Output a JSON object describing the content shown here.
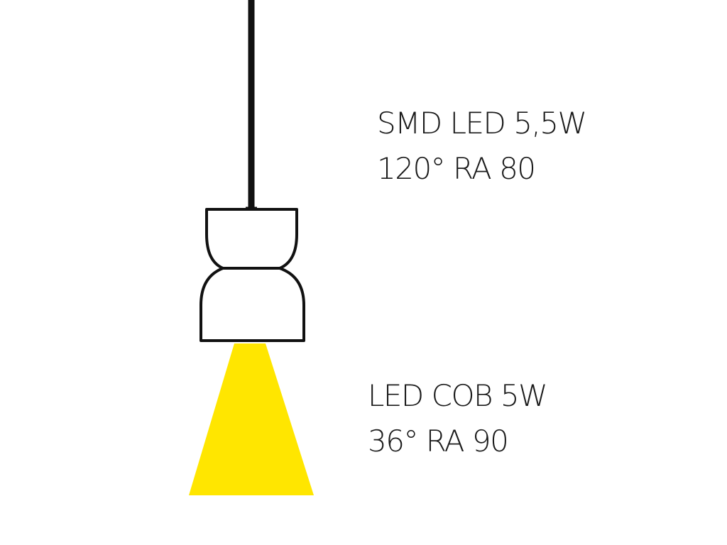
{
  "colors": {
    "background": "#ffffff",
    "outline": "#111111",
    "text": "#1a1a1a",
    "beam": "#ffe600"
  },
  "upper_light": {
    "line1": "SMD LED 5,5W",
    "line2": "120° RA 80"
  },
  "lower_light": {
    "line1": "LED COB 5W",
    "line2": "36° RA 90"
  }
}
